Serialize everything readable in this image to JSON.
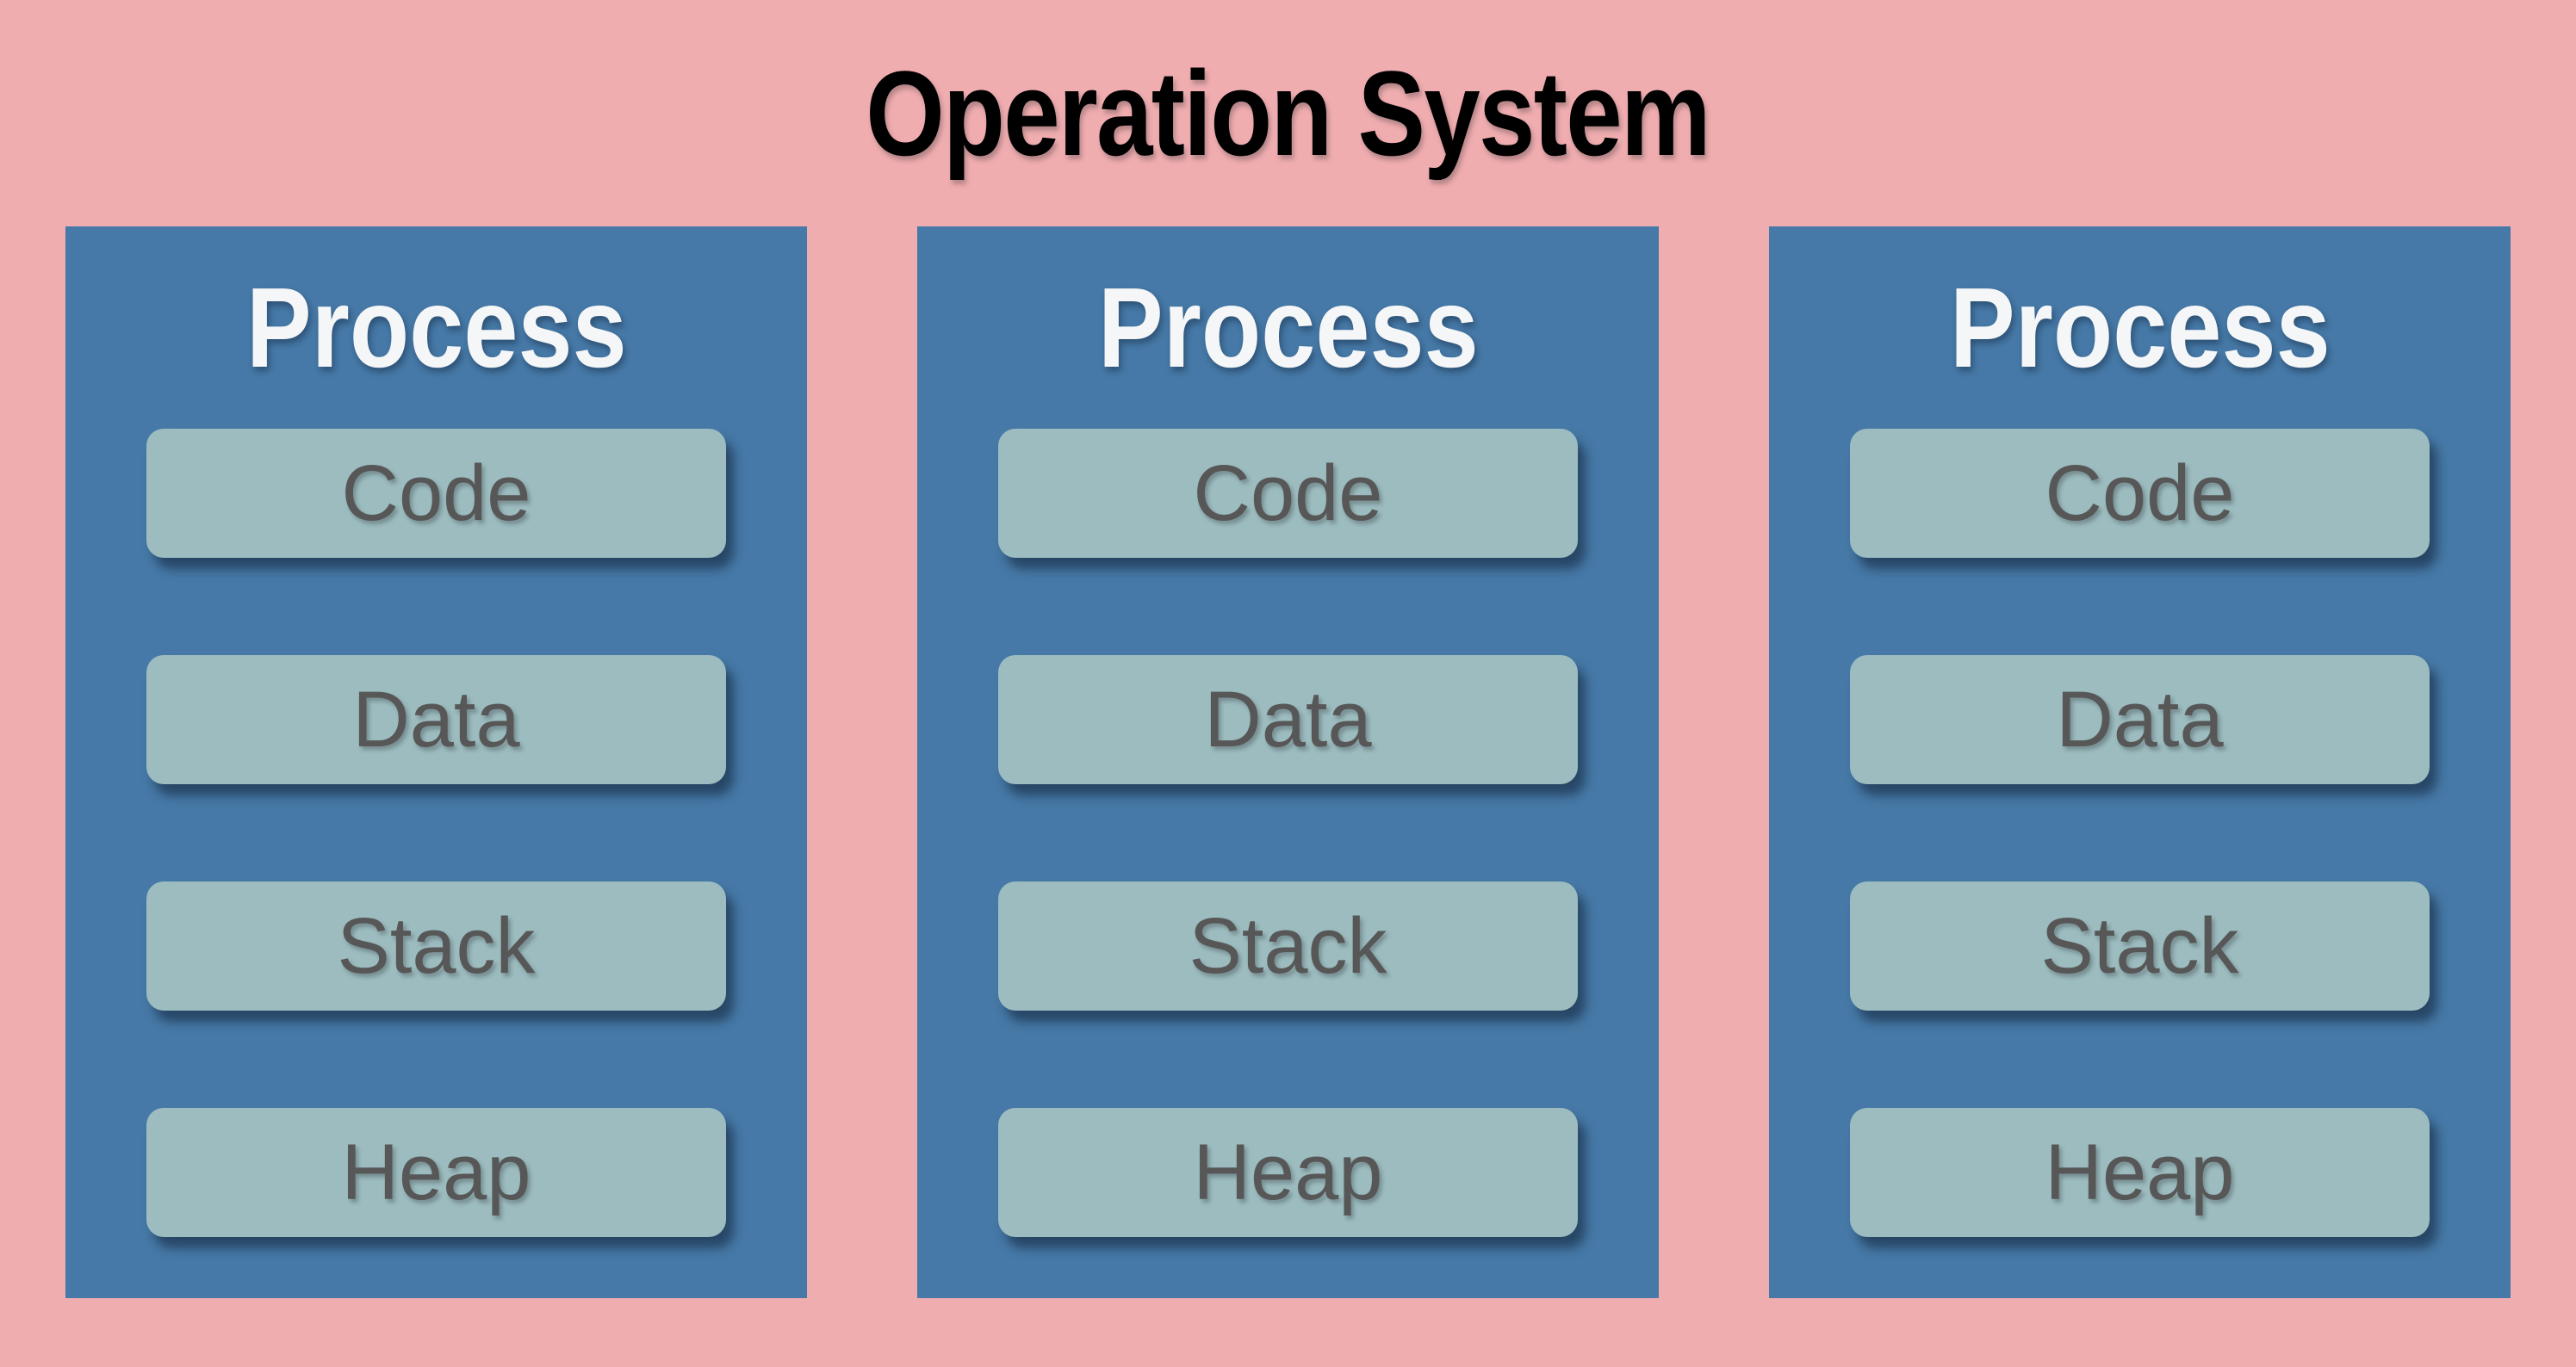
{
  "title": "Operation System",
  "colors": {
    "background": "#F0ADB0",
    "process_fill": "#4679A7",
    "segment_fill": "#9CBCBF",
    "segment_text": "#575757",
    "process_label": "#F4F6F7",
    "title_color": "#000000"
  },
  "processes": [
    {
      "label": "Process",
      "segments": [
        "Code",
        "Data",
        "Stack",
        "Heap"
      ]
    },
    {
      "label": "Process",
      "segments": [
        "Code",
        "Data",
        "Stack",
        "Heap"
      ]
    },
    {
      "label": "Process",
      "segments": [
        "Code",
        "Data",
        "Stack",
        "Heap"
      ]
    }
  ]
}
